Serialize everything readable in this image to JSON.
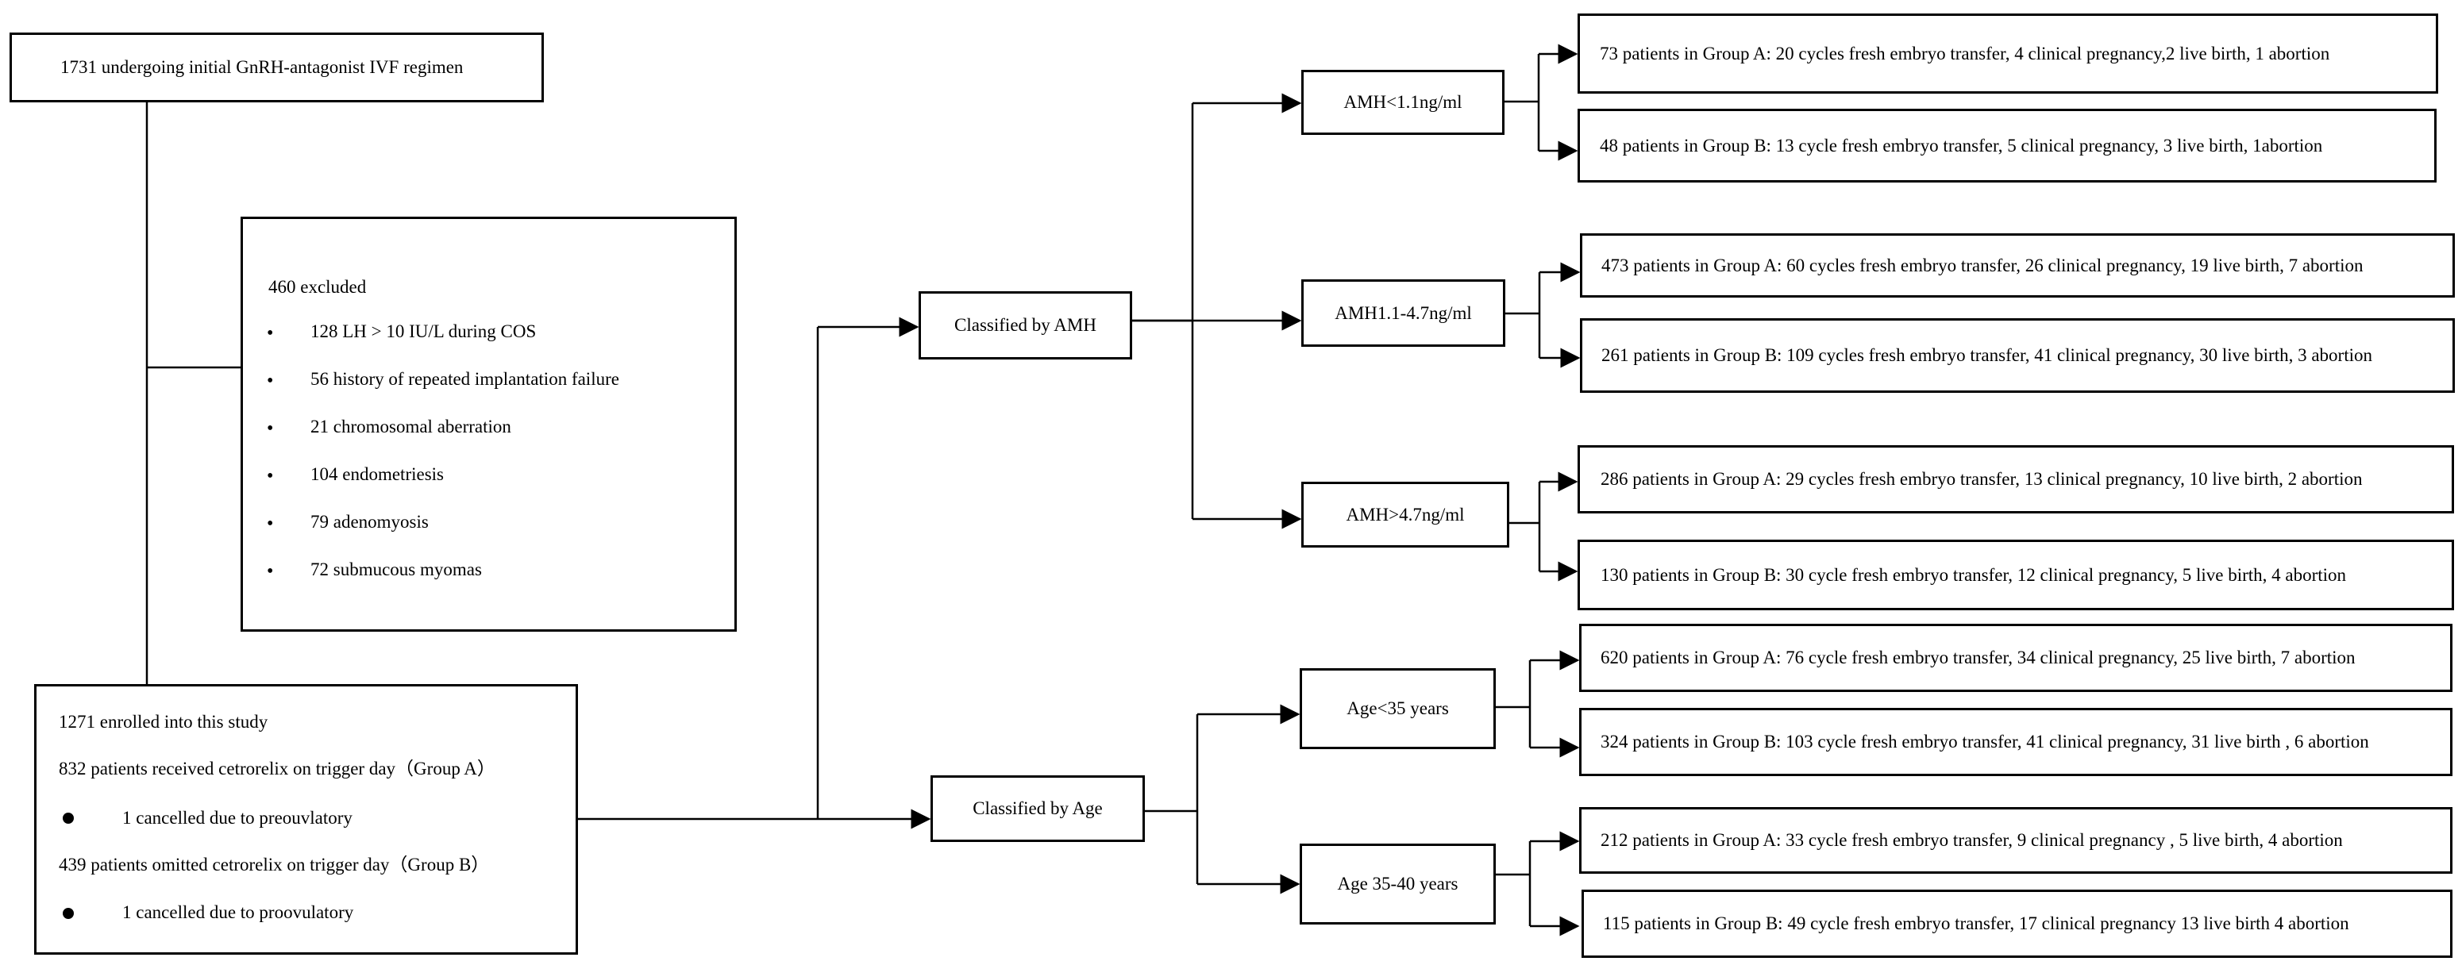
{
  "start": {
    "text": "1731 undergoing initial GnRH-antagonist IVF regimen"
  },
  "excluded": {
    "title": "460 excluded",
    "bullet_char": "•",
    "items": [
      "128 LH > 10 IU/L during COS",
      "56 history of repeated implantation failure",
      "21 chromosomal aberration",
      "104 endometriesis",
      "79 adenomyosis",
      "72 submucous myomas"
    ]
  },
  "enrolled": {
    "title": "1271 enrolled into this study",
    "group_a": "832 patients received cetrorelix on trigger day（Group A）",
    "group_a_note": "1 cancelled due to preouvlatory",
    "group_b": "439 patients omitted cetrorelix on trigger day（Group B）",
    "group_b_note": "1 cancelled due to proovulatory"
  },
  "classifiers": {
    "amh": "Classified by AMH",
    "age": "Classified by Age"
  },
  "subgroups": [
    {
      "label": "AMH<1.1ng/ml",
      "a": "73 patients in Group A: 20 cycles fresh embryo transfer, 4 clinical pregnancy,2 live birth, 1 abortion",
      "b": "48 patients in Group B: 13 cycle fresh embryo transfer, 5 clinical pregnancy, 3 live birth, 1abortion"
    },
    {
      "label": "AMH1.1-4.7ng/ml",
      "a": "473 patients in Group A: 60 cycles fresh embryo transfer, 26 clinical pregnancy, 19 live birth, 7 abortion",
      "b": "261 patients in Group B: 109 cycles fresh embryo transfer, 41 clinical pregnancy, 30 live birth, 3 abortion"
    },
    {
      "label": "AMH>4.7ng/ml",
      "a": "286 patients in Group A: 29 cycles fresh embryo transfer, 13 clinical pregnancy, 10 live birth, 2 abortion",
      "b": "130 patients in Group B: 30 cycle fresh embryo transfer, 12 clinical pregnancy, 5 live birth, 4 abortion"
    },
    {
      "label": "Age<35 years",
      "a": "620 patients in Group A: 76 cycle fresh embryo transfer, 34 clinical pregnancy, 25 live birth, 7 abortion",
      "b": "324 patients in Group B: 103 cycle fresh embryo transfer, 41 clinical pregnancy, 31 live birth , 6 abortion"
    },
    {
      "label": "Age 35-40 years",
      "a": "212 patients in Group A: 33 cycle fresh embryo transfer, 9 clinical pregnancy , 5 live birth, 4 abortion",
      "b": "115 patients in Group B: 49 cycle fresh embryo transfer, 17 clinical pregnancy 13 live birth 4 abortion"
    }
  ]
}
